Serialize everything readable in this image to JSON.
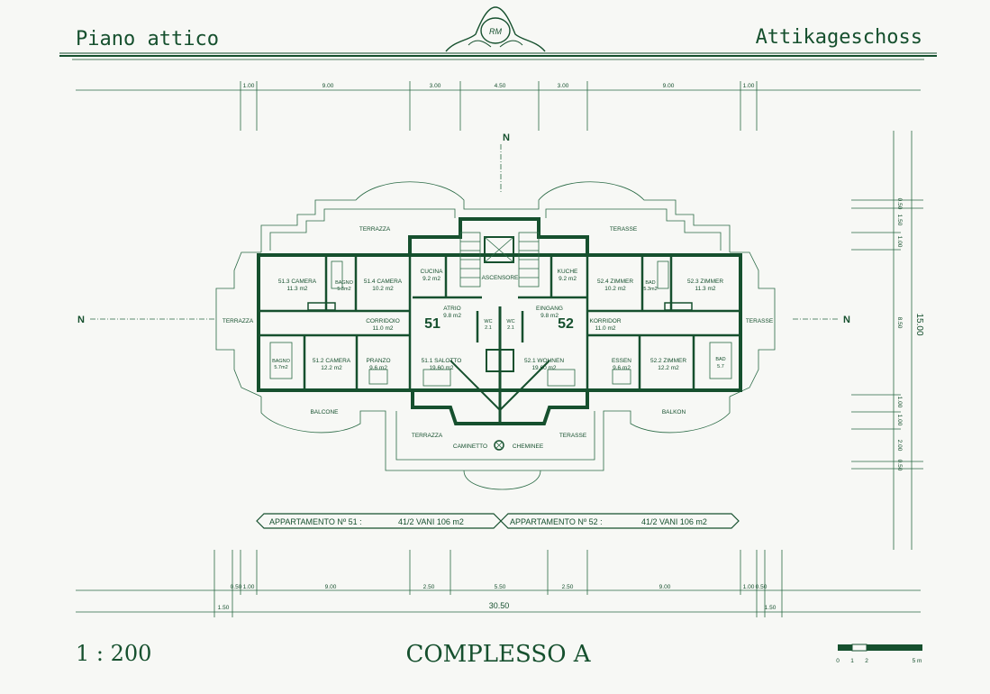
{
  "header": {
    "title_left": "Piano attico",
    "title_right": "Attikageschoss",
    "monogram": "RM"
  },
  "north_markers": [
    "N",
    "N",
    "N"
  ],
  "dimensions_top": [
    "1.00",
    "9.00",
    "3.00",
    "4.50",
    "3.00",
    "9.00",
    "1.00"
  ],
  "dimensions_right": [
    "0.50",
    "1.50",
    "1.00",
    "8.50",
    "15.00",
    "1.00",
    "1.00",
    "2.00",
    "0.50"
  ],
  "dimensions_bottom": [
    "0.50",
    "1.00",
    "9.00",
    "2.50",
    "5.50",
    "2.50",
    "9.00",
    "1.00",
    "0.50"
  ],
  "dimension_total": "30.50",
  "dimension_bottom_left": "1.50",
  "dimension_bottom_right": "1.50",
  "rooms": [
    {
      "name": "TERRAZZA",
      "area": ""
    },
    {
      "name": "TERASSE",
      "area": ""
    },
    {
      "name": "51.3 CAMERA",
      "area": "11.3 m2"
    },
    {
      "name": "BAGNO",
      "area": "5.3m2"
    },
    {
      "name": "51.4 CAMERA",
      "area": "10.2 m2"
    },
    {
      "name": "CUCINA",
      "area": "9.2 m2"
    },
    {
      "name": "ASCENSORE",
      "area": ""
    },
    {
      "name": "KUCHE",
      "area": "9.2 m2"
    },
    {
      "name": "52.4 ZIMMER",
      "area": "10.2 m2"
    },
    {
      "name": "BAD",
      "area": "5.3m2"
    },
    {
      "name": "52.3 ZIMMER",
      "area": "11.3 m2"
    },
    {
      "name": "ATRIO",
      "area": "9.8 m2"
    },
    {
      "name": "EINGANG",
      "area": "9.8 m2"
    },
    {
      "name": "TERRAZZA",
      "area": ""
    },
    {
      "name": "CORRIDOIO",
      "area": "11.0 m2"
    },
    {
      "name": "WC",
      "area": "2.1"
    },
    {
      "name": "WC",
      "area": "2.1"
    },
    {
      "name": "KORRIDOR",
      "area": "11.0 m2"
    },
    {
      "name": "TERASSE",
      "area": ""
    },
    {
      "name": "BAGNO",
      "area": "5.7m2"
    },
    {
      "name": "51.2 CAMERA",
      "area": "12.2 m2"
    },
    {
      "name": "PRANZO",
      "area": "9.6 m2"
    },
    {
      "name": "51.1 SALOTTO",
      "area": "19.60 m2"
    },
    {
      "name": "52.1 WOHNEN",
      "area": "19.60 m2"
    },
    {
      "name": "ESSEN",
      "area": "9.6 m2"
    },
    {
      "name": "52.2 ZIMMER",
      "area": "12.2 m2"
    },
    {
      "name": "BAD",
      "area": "5.7"
    },
    {
      "name": "BALCONE",
      "area": ""
    },
    {
      "name": "BALKON",
      "area": ""
    },
    {
      "name": "TERRAZZA",
      "area": ""
    },
    {
      "name": "TERASSE",
      "area": ""
    },
    {
      "name": "CAMINETTO",
      "area": ""
    },
    {
      "name": "CHEMINEE",
      "area": ""
    }
  ],
  "unit_numbers": [
    "51",
    "52"
  ],
  "apartments": [
    {
      "label": "APPARTAMENTO  Nº 51 :",
      "value": "41/2 VANI  106 m2"
    },
    {
      "label": "APPARTAMENTO  Nº 52 :",
      "value": "41/2 VANI  106 m2"
    }
  ],
  "footer": {
    "scale": "1 : 200",
    "project": "COMPLESSO A",
    "scalebar_labels": [
      "0",
      "1",
      "2",
      "5 m"
    ]
  },
  "colors": {
    "ink": "#16502e",
    "paper": "#f7f8f5"
  }
}
